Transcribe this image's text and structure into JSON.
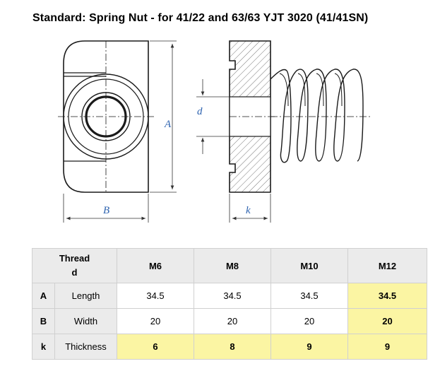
{
  "title": "Standard:  Spring Nut - for 41/22 and 63/63 YJT 3020 (41/41SN)",
  "drawing": {
    "dimensions": {
      "height": "A",
      "width": "B",
      "thread": "d",
      "thickness": "k"
    },
    "colors": {
      "line": "#1a1a1a",
      "dimension": "#2f64b0",
      "hatch": "#555555"
    }
  },
  "table": {
    "header": {
      "thread_line1": "Thread",
      "thread_line2": "d",
      "sizes": [
        "M6",
        "M8",
        "M10",
        "M12"
      ]
    },
    "rows": [
      {
        "symbol": "A",
        "name": "Length",
        "values": [
          "34.5",
          "34.5",
          "34.5",
          "34.5"
        ]
      },
      {
        "symbol": "B",
        "name": "Width",
        "values": [
          "20",
          "20",
          "20",
          "20"
        ]
      },
      {
        "symbol": "k",
        "name": "Thickness",
        "values": [
          "6",
          "8",
          "9",
          "9"
        ]
      }
    ],
    "colors": {
      "header_bg": "#ebebeb",
      "highlight": "#fbf5a3",
      "border": "#d0d0d0"
    }
  }
}
